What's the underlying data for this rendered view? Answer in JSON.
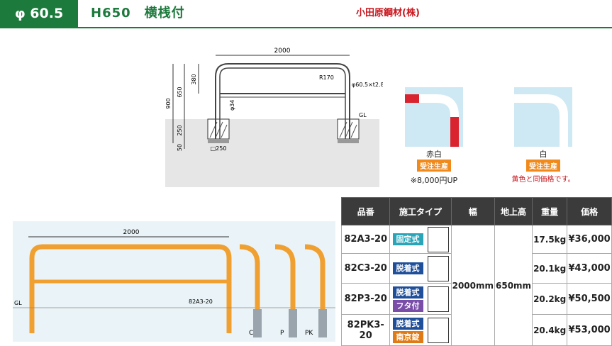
{
  "header": {
    "code": "φ 60.5",
    "title": "H650　横桟付",
    "maker": "小田原鋼材(株)"
  },
  "drawing": {
    "width": "2000",
    "h_380": "380",
    "h_650": "650",
    "h_900": "900",
    "h_250": "250",
    "h_50": "50",
    "base": "□250",
    "radius": "R170",
    "pipe": "φ60.5×t2.8",
    "bar": "φ34",
    "gl": "GL"
  },
  "colors": {
    "red_white": {
      "name": "赤白",
      "badge": "受注生産",
      "note": "※8,000円UP"
    },
    "white": {
      "name": "白",
      "badge": "受注生産",
      "note": "黄色と同価格です。"
    }
  },
  "product_drawing": {
    "width": "2000",
    "gl": "GL",
    "model": "82A3-20",
    "types": [
      "C",
      "P",
      "PK"
    ]
  },
  "table": {
    "headers": [
      "品番",
      "施工タイプ",
      "幅",
      "地上高",
      "重量",
      "価格"
    ],
    "shared_width": "2000mm",
    "shared_height": "650mm",
    "rows": [
      {
        "code": "82A3-20",
        "types": [
          "固定式"
        ],
        "weight": "17.5kg",
        "price": "¥36,000"
      },
      {
        "code": "82C3-20",
        "types": [
          "脱着式"
        ],
        "weight": "20.1kg",
        "price": "¥43,000"
      },
      {
        "code": "82P3-20",
        "types": [
          "脱着式",
          "フタ付"
        ],
        "weight": "20.2kg",
        "price": "¥50,500"
      },
      {
        "code": "82PK3-20",
        "types": [
          "脱着式",
          "南京錠"
        ],
        "weight": "20.4kg",
        "price": "¥53,000"
      }
    ]
  }
}
